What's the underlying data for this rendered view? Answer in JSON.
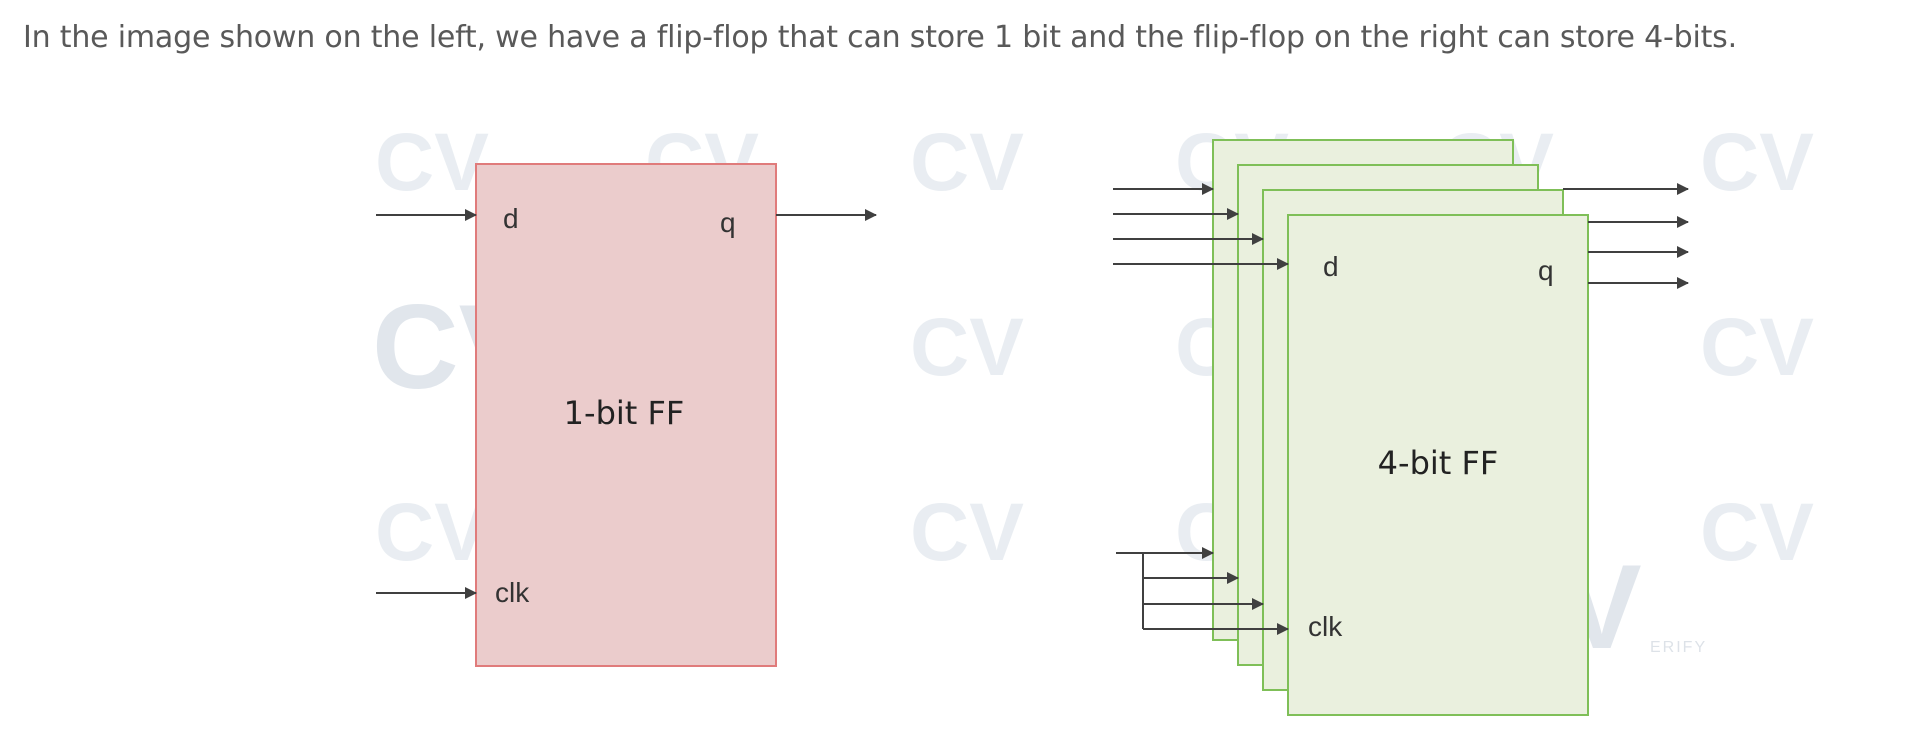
{
  "caption": "In the image shown on the left, we have a flip-flop that can store 1 bit and the flip-flop on the right can store 4-bits.",
  "left_ff": {
    "title": "1-bit FF",
    "input_label": "d",
    "output_label": "q",
    "clock_label": "clk",
    "fill_color": "#ebcccc",
    "border_color": "#e07b7b"
  },
  "right_ff": {
    "title": "4-bit FF",
    "input_label": "d",
    "output_label": "q",
    "clock_label": "clk",
    "stack_count": 4,
    "fill_color": "#eaf0de",
    "border_color": "#7fbf58"
  },
  "watermark": {
    "logo": "CV",
    "suffix": "ERIFY",
    "color": "#cfd8e2"
  },
  "arrow_color": "#404040"
}
